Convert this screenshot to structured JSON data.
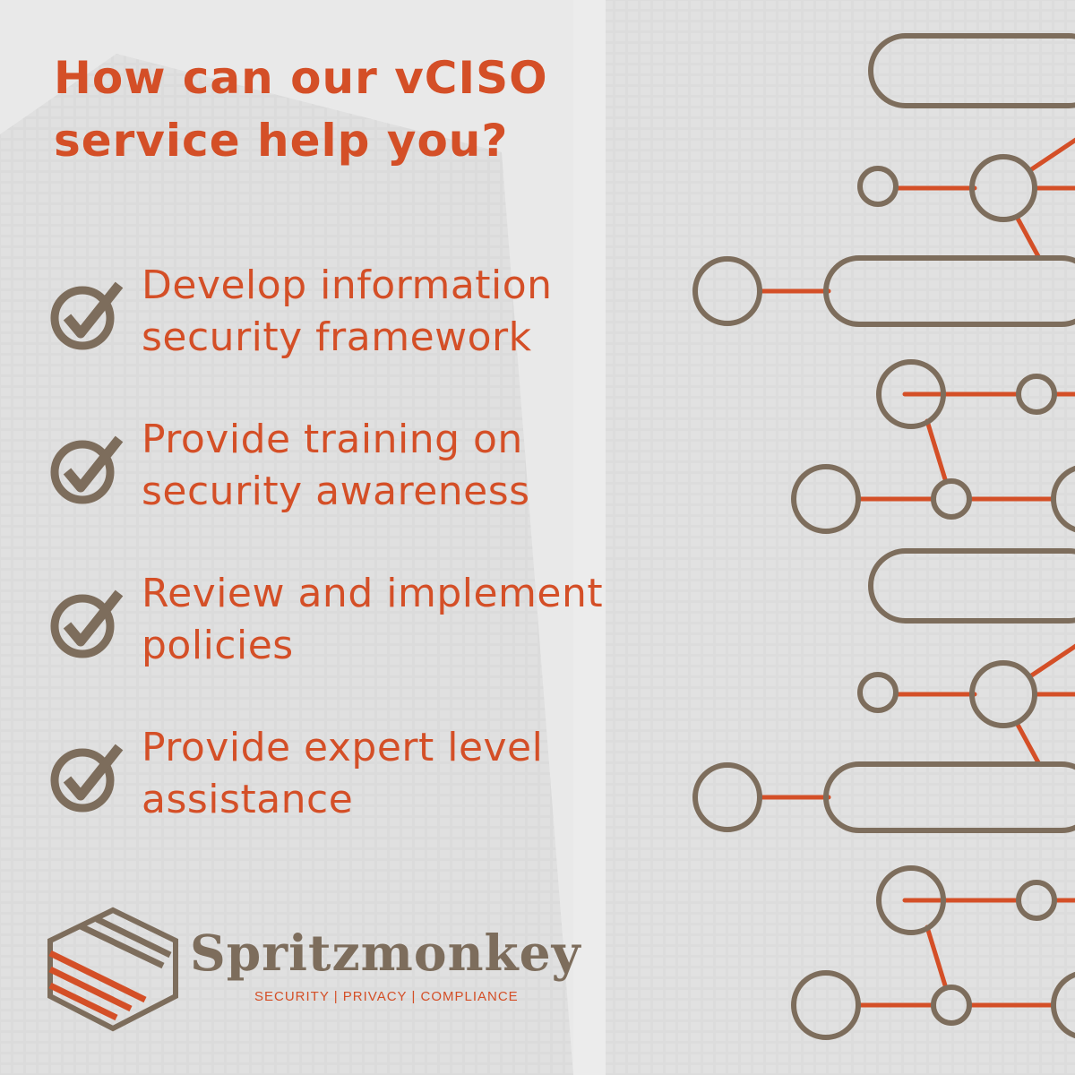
{
  "heading": {
    "line1": "How can our vCISO",
    "line2": "service help you?"
  },
  "services": [
    {
      "line1": "Develop information",
      "line2": "security framework"
    },
    {
      "line1": "Provide training on",
      "line2": "security awareness"
    },
    {
      "line1": "Review and implement",
      "line2": "policies"
    },
    {
      "line1": "Provide expert level",
      "line2": "assistance"
    }
  ],
  "brand": {
    "name": "Spritzmonkey",
    "tagline": "SECURITY | PRIVACY | COMPLIANCE"
  },
  "icons": {
    "check": "check-circle-icon",
    "logo": "spritzmonkey-logo-icon",
    "decoration": "circuit-network-decoration"
  },
  "colors": {
    "accent": "#d44f27",
    "brown": "#7d6d5c",
    "background": "#e9e9e9"
  }
}
